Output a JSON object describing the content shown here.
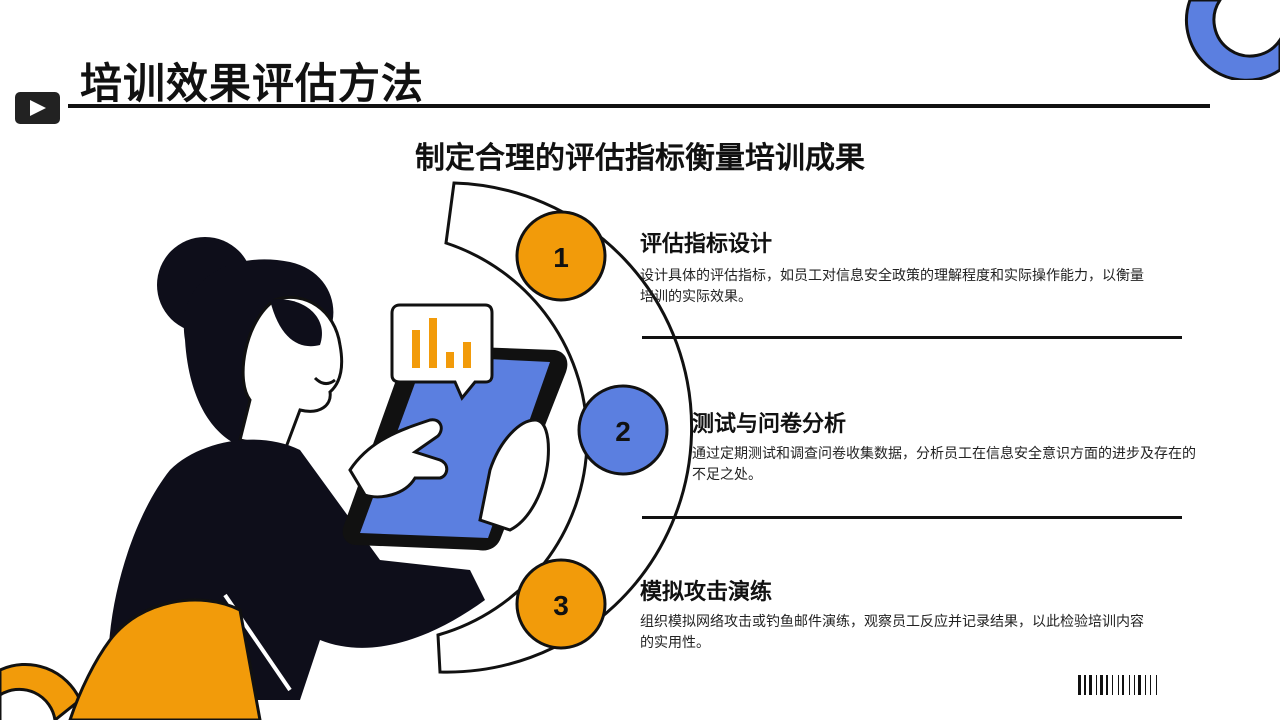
{
  "header": {
    "title": "培训效果评估方法"
  },
  "subtitle": "制定合理的评估指标衡量培训成果",
  "steps": [
    {
      "number": "1",
      "title": "评估指标设计",
      "description": "设计具体的评估指标，如员工对信息安全政策的理解程度和实际操作能力，以衡量培训的实际效果。"
    },
    {
      "number": "2",
      "title": "测试与问卷分析",
      "description": "通过定期测试和调查问卷收集数据，分析员工在信息安全意识方面的进步及存在的不足之处。"
    },
    {
      "number": "3",
      "title": "模拟攻击演练",
      "description": "组织模拟网络攻击或钓鱼邮件演练，观察员工反应并记录结果，以此检验培训内容的实用性。"
    }
  ],
  "colors": {
    "orange": "#F29B0A",
    "blue": "#5B7FE0",
    "dark": "#0E0E1A"
  },
  "icons": {
    "play": "play-icon",
    "chart": "bar-chart-icon",
    "barcode": "barcode-icon"
  }
}
